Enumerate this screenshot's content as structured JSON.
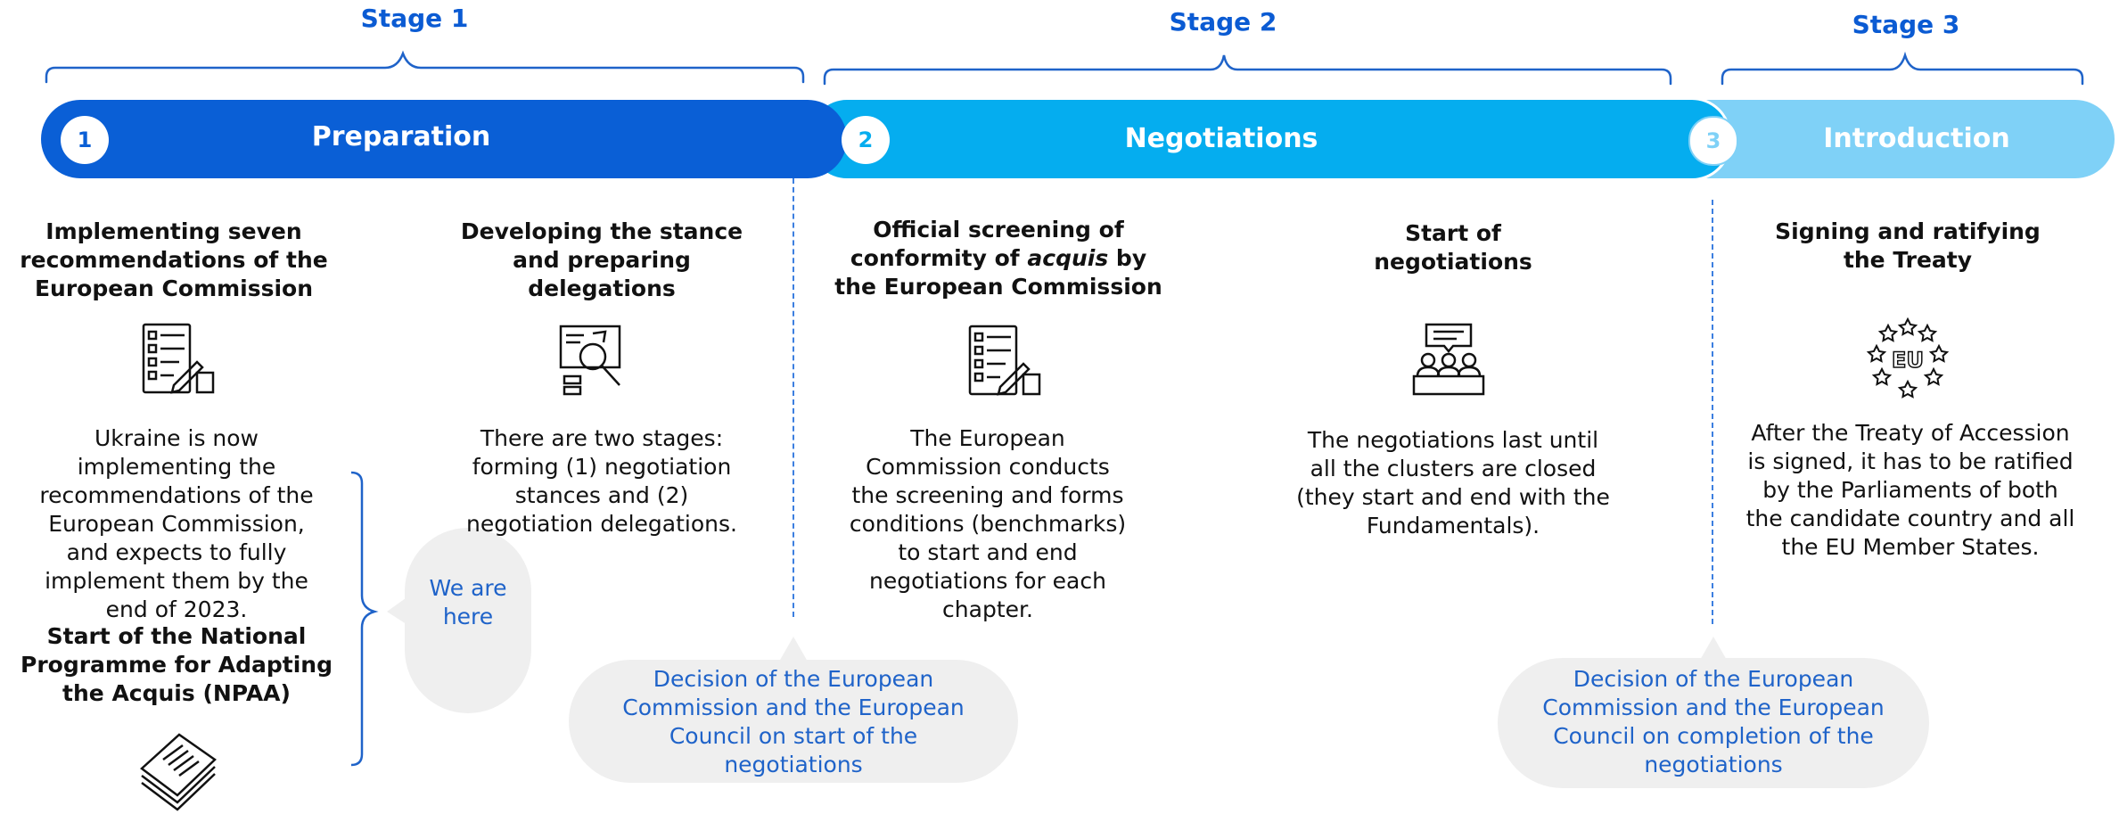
{
  "stages": [
    {
      "label": "Stage 1"
    },
    {
      "label": "Stage 2"
    },
    {
      "label": "Stage 3"
    }
  ],
  "phases": [
    {
      "number": "1",
      "title": "Preparation",
      "color": "#0a5fd6"
    },
    {
      "number": "2",
      "title": "Negotiations",
      "color": "#05adef"
    },
    {
      "number": "3",
      "title": "Introduction",
      "color": "#7fd1f7"
    }
  ],
  "columns": {
    "implementing": {
      "heading": "Implementing seven recommendations of the European Commission",
      "icon": "checklist-icon",
      "description": "Ukraine is now implementing the recommendations of the European Commission, and expects to fully implement them by the end of 2023."
    },
    "npaa": {
      "heading": "Start of the National Programme for Adapting the Acquis (NPAA)",
      "icon": "documents-stack-icon"
    },
    "developing": {
      "heading": "Developing the stance and preparing delegations",
      "icon": "analysis-board-icon",
      "description": "There are two stages: forming (1) negotiation stances and (2) negotiation delegations."
    },
    "screening": {
      "heading_before": "Official screening of conformity of ",
      "heading_italic": "acquis",
      "heading_after": " by the European Commission",
      "icon": "checklist-icon",
      "description": "The European Commission conducts the screening and forms conditions (benchmarks) to start and end negotiations for each chapter."
    },
    "start_negotiations": {
      "heading": "Start of negotiations",
      "icon": "meeting-icon",
      "description": "The negotiations last until all the clusters are closed (they start and end with the Fundamentals)."
    },
    "signing": {
      "heading": "Signing and ratifying the Treaty",
      "icon": "eu-stars-icon",
      "description": "After the Treaty of Accession is signed, it has to be ratified by the Parliaments of both the candidate country and all the EU Member States."
    }
  },
  "we_are_here": "We are here",
  "decisions": [
    {
      "text": "Decision of the European Commission and the European Council on start of the negotiations"
    },
    {
      "text": "Decision of the European Commission and the European Council on completion of the negotiations"
    }
  ],
  "colors": {
    "stage_text": "#0b5bd3",
    "bubble_text": "#1f63c9",
    "bubble_bg": "#efefef",
    "bracket": "#1f63c9"
  }
}
